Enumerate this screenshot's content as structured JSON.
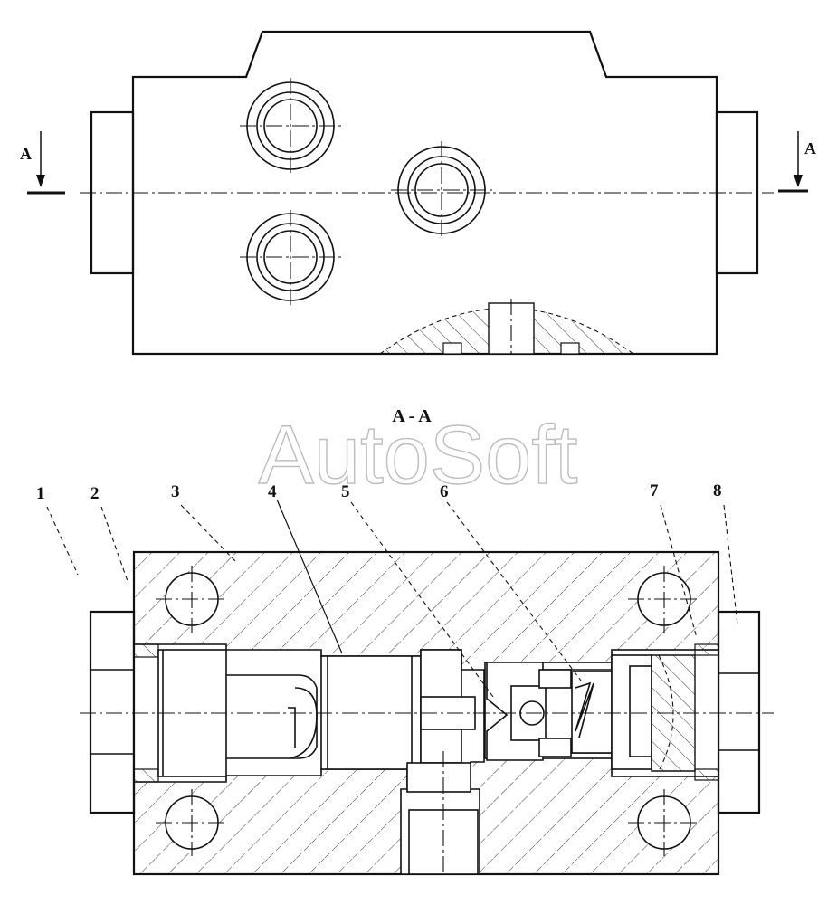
{
  "section_mark_left": "A",
  "section_mark_right": "A",
  "section_title": "A - A",
  "watermark": "AutoSoft",
  "part_numbers": [
    "1",
    "2",
    "3",
    "4",
    "5",
    "6",
    "7",
    "8"
  ]
}
